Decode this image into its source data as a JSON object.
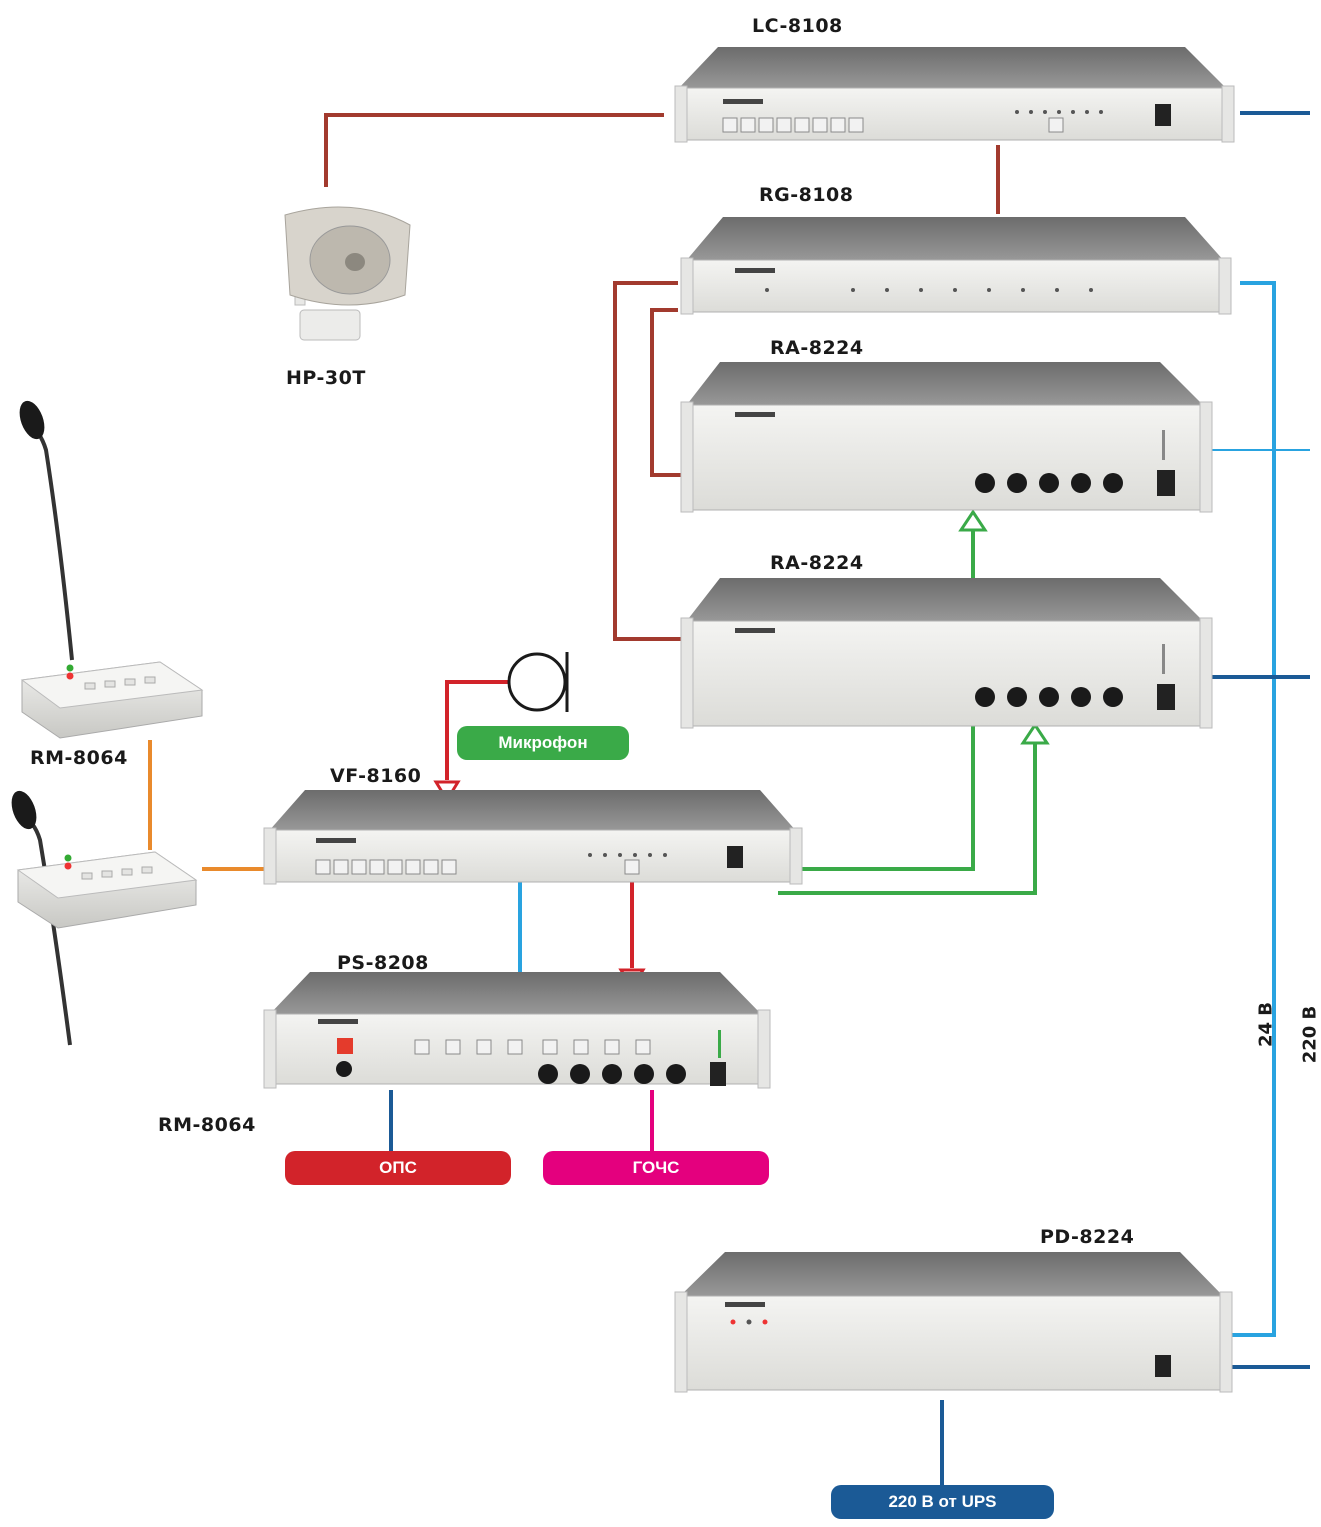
{
  "devices": {
    "lc8108": "LC-8108",
    "rg8108": "RG-8108",
    "ra8224_top": "RA-8224",
    "ra8224_bottom": "RA-8224",
    "hp30t": "HP-30T",
    "rm8064_top": "RM-8064",
    "rm8064_bottom": "RM-8064",
    "vf8160": "VF-8160",
    "ps8208": "PS-8208",
    "pd8224": "PD-8224"
  },
  "badges": {
    "microphone": "Микрофон",
    "ops": "ОПС",
    "gochs": "ГОЧС",
    "ups": "220 В от UPS"
  },
  "voltage_labels": {
    "v24": "24 В",
    "v220": "220 В"
  },
  "colors": {
    "control_line": "#a23a2e",
    "bus_24v": "#29a3e0",
    "bus_220v": "#1b5a96",
    "mic_line": "#d2232a",
    "amp_line": "#3aaa48",
    "rm_line": "#e98a2c",
    "badge_mic": "#3aaa48",
    "badge_ops": "#d2232a",
    "badge_gochs": "#e4007e",
    "badge_ups": "#1b5a96"
  }
}
